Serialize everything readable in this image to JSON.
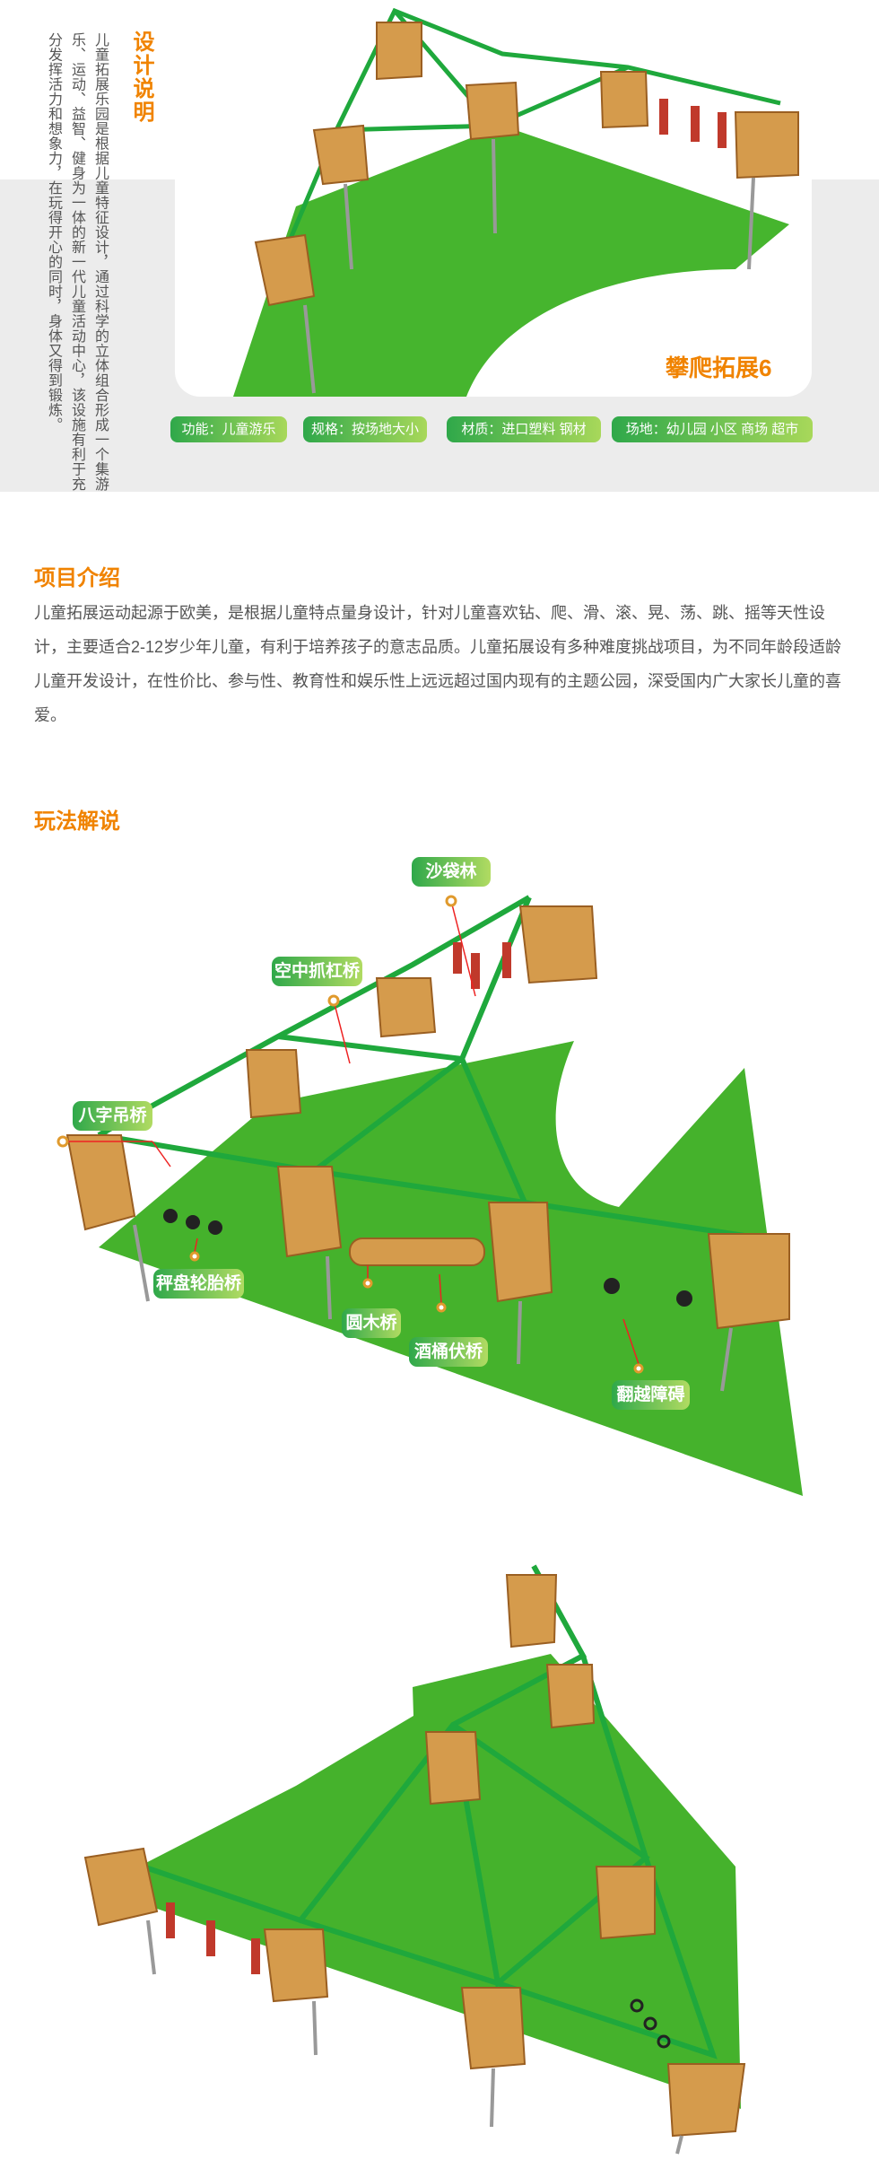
{
  "design": {
    "title": "设计说明",
    "text": "儿童拓展乐园是根据儿童特征设计，通过科学的立体组合形成一个集游乐、运动、益智、健身为一体的新一代儿童活动中心，该设施有利于充分发挥活力和想象力，在玩得开心的同时，身体又得到锻炼。"
  },
  "product": {
    "name": "攀爬拓展6",
    "tags": [
      "功能：儿童游乐",
      "规格：按场地大小",
      "材质：进口塑料 钢材",
      "场地：幼儿园 小区 商场 超市"
    ]
  },
  "intro": {
    "heading": "项目介绍",
    "text": "儿童拓展运动起源于欧美，是根据儿童特点量身设计，针对儿童喜欢钻、爬、滑、滚、晃、荡、跳、摇等天性设计，主要适合2-12岁少年儿童，有利于培养孩子的意志品质。儿童拓展设有多种难度挑战项目，为不同年龄段适龄儿童开发设计，在性价比、参与性、教育性和娱乐性上远远超过国内现有的主题公园，深受国内广大家长儿童的喜爱。"
  },
  "play": {
    "heading": "玩法解说",
    "labels": [
      "沙袋林",
      "空中抓杠桥",
      "八字吊桥",
      "秤盘轮胎桥",
      "圆木桥",
      "酒桶伏桥",
      "翻越障碍"
    ]
  },
  "colors": {
    "accent": "#f08300",
    "grass": "#3fae2a",
    "beam": "#1fa83c",
    "wood": "#c98a3e"
  }
}
